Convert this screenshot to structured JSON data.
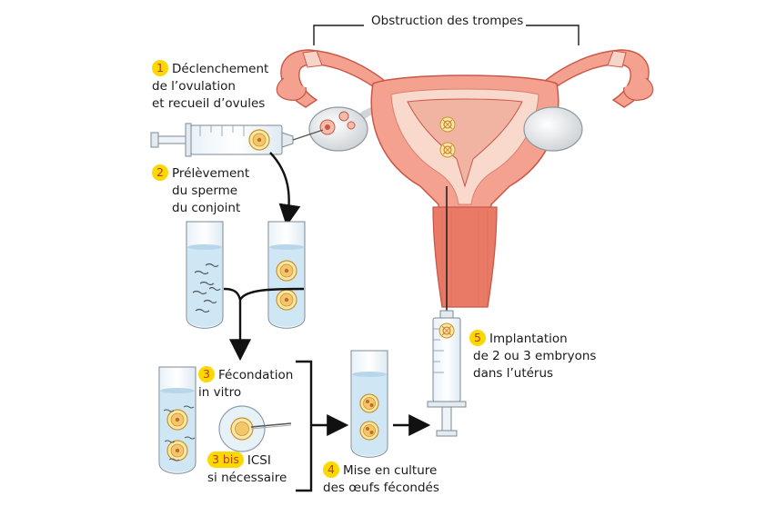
{
  "title": "Obstruction des trompes",
  "steps": [
    {
      "num": "1",
      "lines": [
        "Déclenchement",
        "de l’ovulation",
        "et recueil d’ovules"
      ]
    },
    {
      "num": "2",
      "lines": [
        "Prélèvement",
        "du sperme",
        "du conjoint"
      ]
    },
    {
      "num": "3",
      "lines": [
        "Fécondation",
        "in vitro"
      ]
    },
    {
      "num": "3 bis",
      "lines": [
        "ICSI",
        "si nécessaire"
      ]
    },
    {
      "num": "4",
      "lines": [
        "Mise en culture",
        "des œufs fécondés"
      ]
    },
    {
      "num": "5",
      "lines": [
        "Implantation",
        "de 2 ou 3 embryons",
        "dans l’utérus"
      ]
    }
  ],
  "colors": {
    "badge": "#fbd800",
    "badge_text": "#c0392b",
    "tissue": "#f4a18f",
    "tissue_dark": "#d8604f",
    "uterus_inner": "#f8d9cc",
    "liquid": "#cfe6f4",
    "ovary": "#dde1e4",
    "oocyte": "#f2c76a"
  }
}
